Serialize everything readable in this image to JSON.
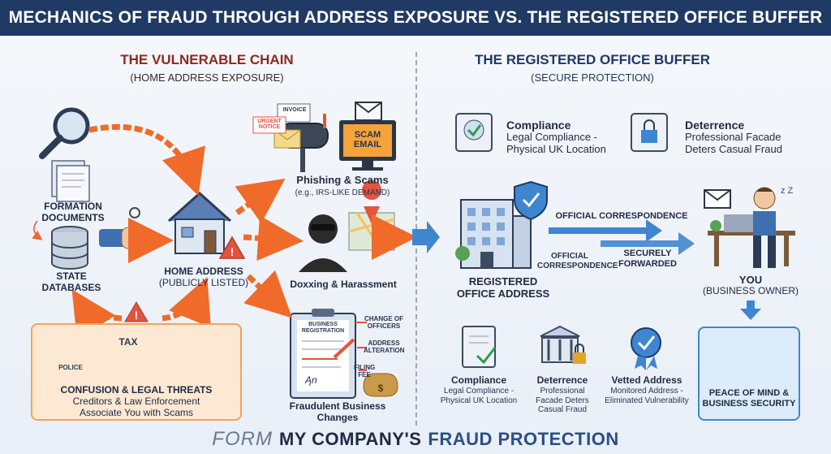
{
  "header": {
    "title": "MECHANICS OF FRAUD THROUGH ADDRESS EXPOSURE VS. THE REGISTERED OFFICE BUFFER"
  },
  "left": {
    "title": "THE VULNERABLE CHAIN",
    "subtitle": "(HOME ADDRESS EXPOSURE)",
    "formation": "FORMATION DOCUMENTS",
    "state_db": "STATE DATABASES",
    "home": "HOME ADDRESS",
    "home_sub": "(PUBLICLY LISTED)",
    "invoice": "INVOICE",
    "urgent": "URGENT NOTICE",
    "scam_email": "SCAM EMAIL",
    "phishing": "Phishing & Scams",
    "phishing_sub": "(e.g., IRS-LIKE DEMAND)",
    "doxxing": "Doxxing & Harassment",
    "business_reg": "BUSINESS REGISTRATION",
    "change_officers": "CHANGE OF OFFICERS",
    "address_alt": "ADDRESS ALTERATION",
    "filing_fee": "FILING FEE",
    "fraud_changes": "Fraudulent Business Changes",
    "police": "POLICE",
    "tax": "TAX",
    "confusion_title": "CONFUSION & LEGAL THREATS",
    "confusion_desc": "Creditors & Law Enforcement Associate You with Scams"
  },
  "right": {
    "title": "THE REGISTERED OFFICE BUFFER",
    "subtitle": "(SECURE PROTECTION)",
    "compliance_title": "Compliance",
    "compliance_desc": "Legal Compliance - Physical UK Location",
    "deterrence_title": "Deterrence",
    "deterrence_desc": "Professional Facade Deters Casual Fraud",
    "official_corr_top": "OFFICIAL CORRESPONDENCE",
    "official_corr": "OFFICIAL CORRESPONDENCE",
    "securely_fwd": "SECURELY FORWARDED",
    "registered": "REGISTERED OFFICE ADDRESS",
    "you": "YOU",
    "you_sub": "(BUSINESS OWNER)",
    "b_compliance_title": "Compliance",
    "b_compliance_desc": "Legal Compliance - Physical UK Location",
    "b_deterrence_title": "Deterrence",
    "b_deterrence_desc": "Professional Facade Deters Casual Fraud",
    "vetted_title": "Vetted Address",
    "vetted_desc": "Monitored Address - Eliminated Vulnerability",
    "peace": "PEACE OF MIND & BUSINESS SECURITY"
  },
  "footer": {
    "logo": "FORM",
    "brand": "MY COMPANY'S",
    "accent": "FRAUD PROTECTION"
  },
  "colors": {
    "header": "#1f3a64",
    "danger": "#e5533d",
    "arrow_orange": "#f06a2a",
    "arrow_blue": "#3f86d0",
    "title_red": "#8b2a1c",
    "title_blue": "#1f3a64"
  }
}
